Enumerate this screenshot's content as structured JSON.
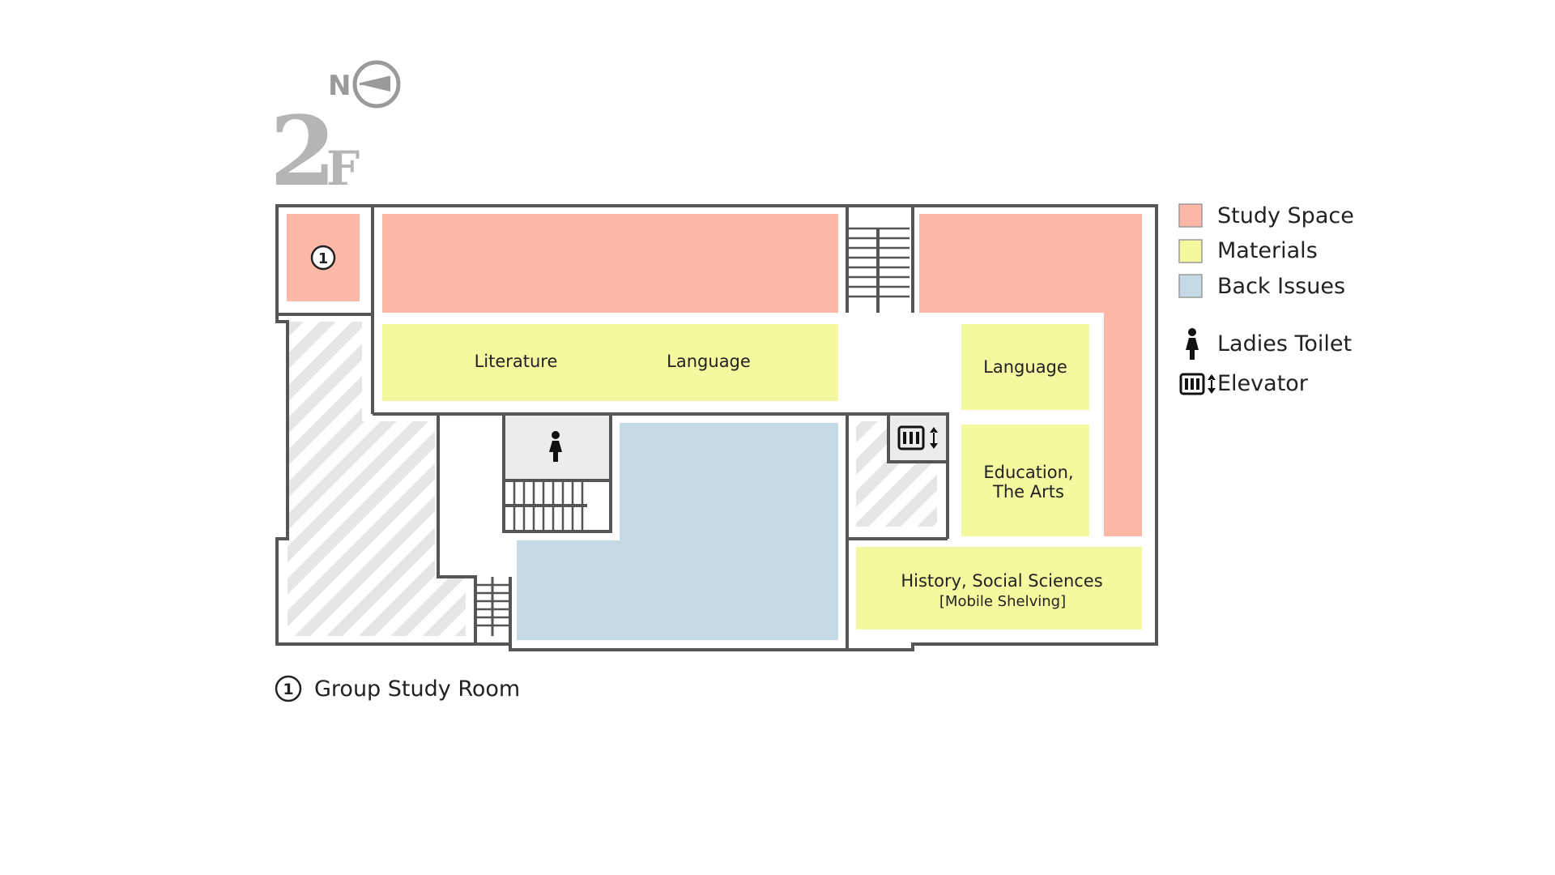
{
  "floor": {
    "number": "2",
    "suffix": "F",
    "north_label": "N"
  },
  "colors": {
    "study_space": "#fdb8a8",
    "materials": "#f4f9a0",
    "back_issues": "#c4d9e3",
    "wall": "#555555",
    "hatch": "#e6e6e6",
    "toilet_bg": "#ececec"
  },
  "rooms": {
    "literature": "Literature",
    "language_left": "Language",
    "language_right": "Language",
    "education_line1": "Education,",
    "education_line2": "The Arts",
    "history": "History, Social Sciences",
    "history_sub": "[Mobile Shelving]",
    "group_room_marker": "1"
  },
  "legend": {
    "items": [
      {
        "label": "Study Space"
      },
      {
        "label": "Materials"
      },
      {
        "label": "Back Issues"
      },
      {
        "label": "Ladies Toilet"
      },
      {
        "label": "Elevator"
      }
    ]
  },
  "footnote": {
    "marker": "1",
    "label": "Group Study Room"
  }
}
